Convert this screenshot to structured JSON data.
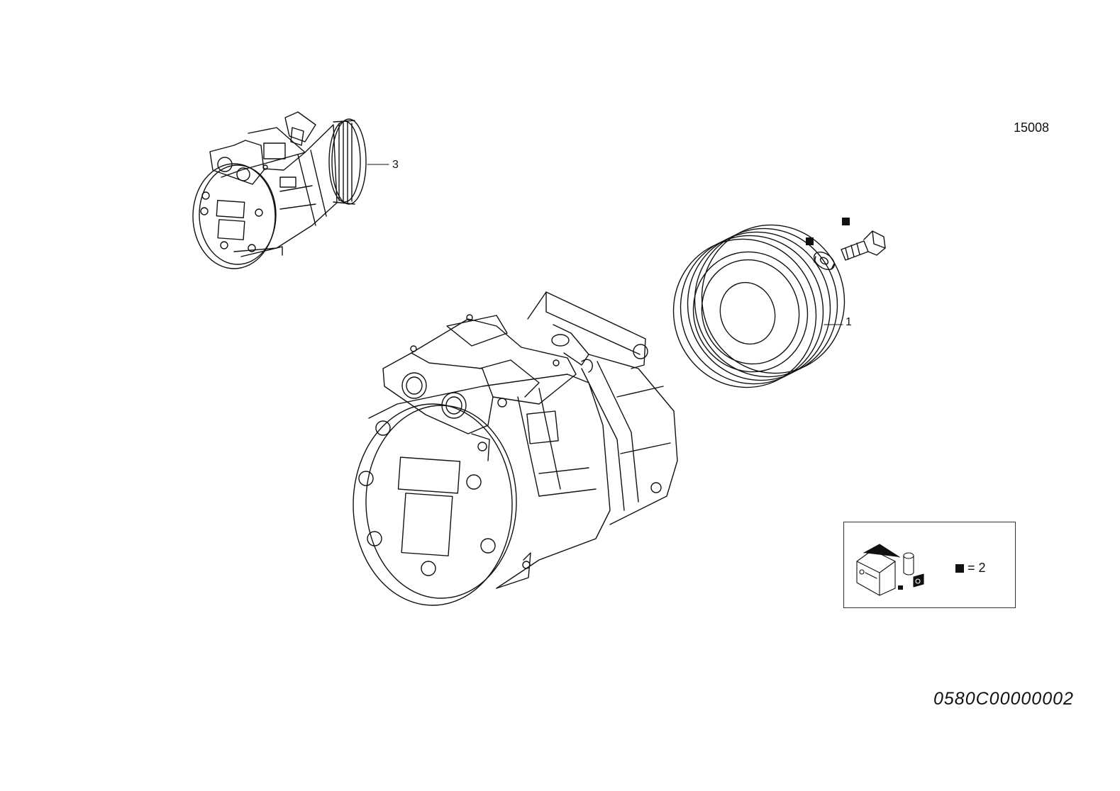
{
  "group_number": "15008",
  "callouts": {
    "item_1": "1",
    "item_3": "3"
  },
  "legend": {
    "quantity_text": "= 2"
  },
  "drawing_code": "0580C00000002"
}
